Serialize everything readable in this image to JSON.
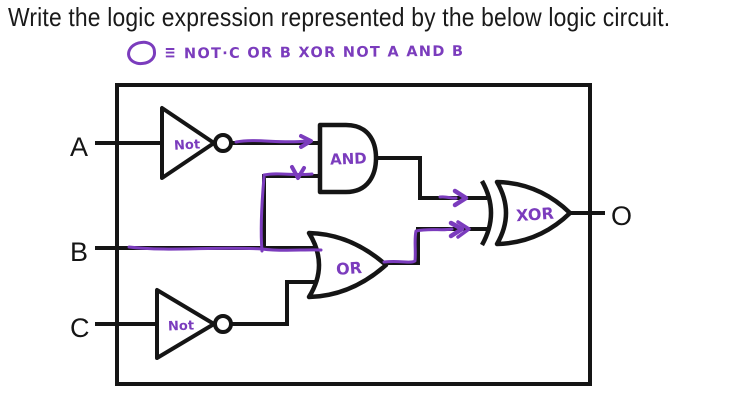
{
  "question": "Write the logic expression represented by the below logic circuit.",
  "annotation": {
    "output_symbol": "O",
    "equivalence_symbol": "≡",
    "expression": "NOT·C OR B XOR NOT A AND B"
  },
  "circuit": {
    "inputs": [
      {
        "label": "A"
      },
      {
        "label": "B"
      },
      {
        "label": "C"
      }
    ],
    "output": {
      "label": "O"
    },
    "gates": {
      "not_a": {
        "type": "NOT",
        "label": "Not"
      },
      "not_c": {
        "type": "NOT",
        "label": "Not"
      },
      "and": {
        "type": "AND",
        "label": "AND"
      },
      "or": {
        "type": "OR",
        "label": "OR"
      },
      "xor": {
        "type": "XOR",
        "label": "XOR"
      }
    }
  },
  "colors": {
    "ink": "#151515",
    "trace_purple": "#7b3cbd"
  }
}
